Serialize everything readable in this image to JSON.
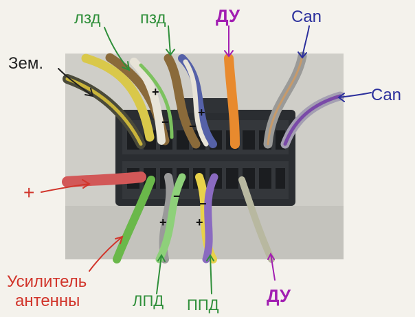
{
  "labels": {
    "lzd": "лзд",
    "pzd": "пзд",
    "du_top": "ДУ",
    "can_top": "Can",
    "can_right": "Can",
    "zem": "Зем.",
    "plus": "+",
    "usilitel_line1": "Усилитель",
    "usilitel_line2": "антенны",
    "lpd": "ЛПД",
    "ppd": "ППД",
    "du_bottom": "ДУ"
  },
  "wire_marks": {
    "plus": "+",
    "minus": "−"
  },
  "colors": {
    "label_dark": "#222222",
    "label_green": "#2f8f3a",
    "label_purple": "#a21fb2",
    "label_blue": "#2b2f9c",
    "label_red": "#d1352b",
    "connector": "#2a2d31",
    "backdrop": "#c9c8c2"
  }
}
